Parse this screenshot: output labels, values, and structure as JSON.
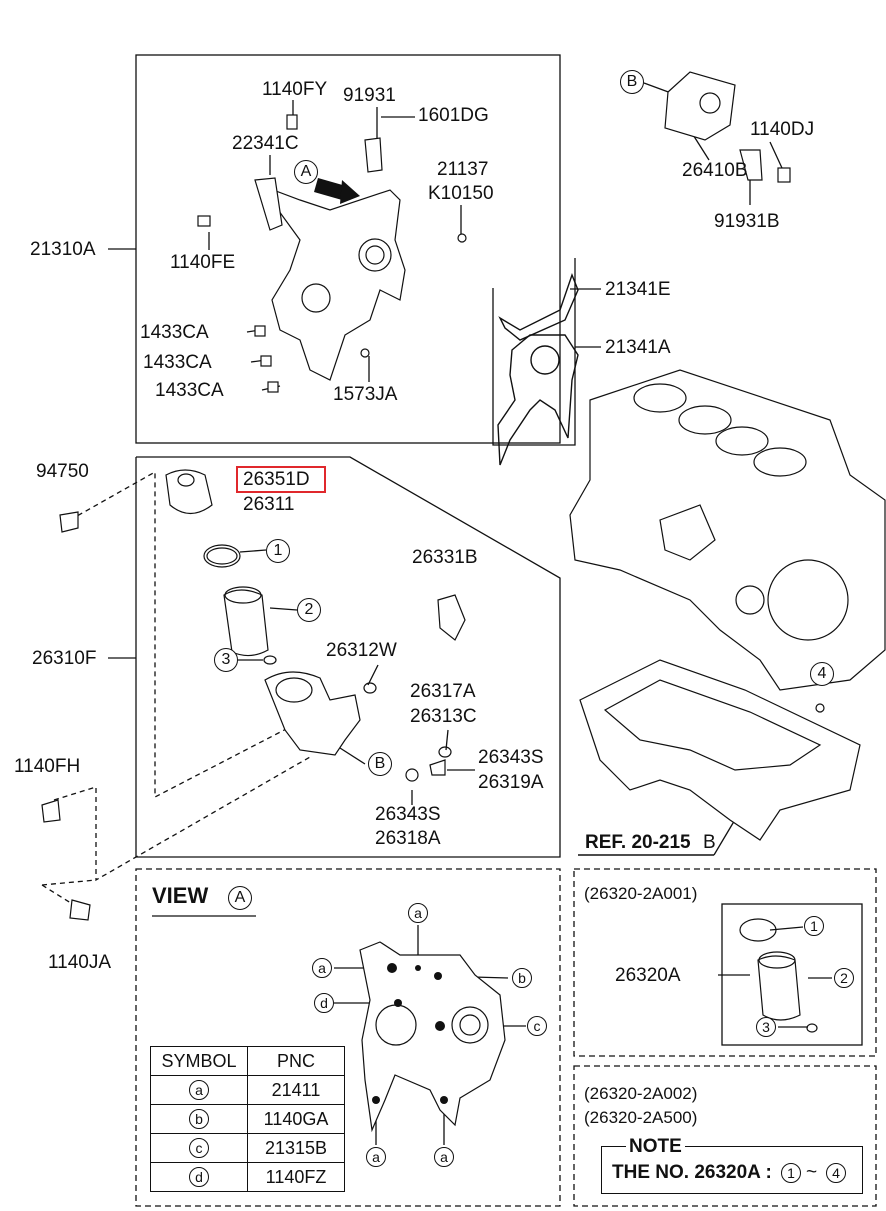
{
  "colors": {
    "ink": "#111111",
    "highlight": "#e0282c"
  },
  "labels": {
    "p1140FY": "1140FY",
    "p91931": "91931",
    "p1601DG": "1601DG",
    "p22341C": "22341C",
    "p21137": "21137",
    "pK10150": "K10150",
    "p21310A": "21310A",
    "p1140FE": "1140FE",
    "p1433CA_1": "1433CA",
    "p1433CA_2": "1433CA",
    "p1433CA_3": "1433CA",
    "p1573JA": "1573JA",
    "p21341E": "21341E",
    "p21341A": "21341A",
    "p1140DJ": "1140DJ",
    "p26410B": "26410B",
    "p91931B": "91931B",
    "p94750": "94750",
    "p26351D": "26351D",
    "p26311": "26311",
    "p26331B": "26331B",
    "p26310F": "26310F",
    "p26312W": "26312W",
    "p26317A": "26317A",
    "p26313C": "26313C",
    "p26343S_a": "26343S",
    "p26319A": "26319A",
    "p26343S_b": "26343S",
    "p26318A": "26318A",
    "p1140FH": "1140FH",
    "p1140JA": "1140JA",
    "ref": "REF. 20-215",
    "refB": "B",
    "view": "VIEW",
    "viewA": "A",
    "arrowA": "A",
    "kitTitle1": "(26320-2A001)",
    "p26320A": "26320A",
    "kitTitle2": "(26320-2A002)",
    "kitTitle3": "(26320-2A500)",
    "note": "NOTE",
    "noteText": "THE NO. 26320A :",
    "noteFrom": "1",
    "noteTilde": "~",
    "noteTo": "4",
    "markB1": "B",
    "markB2": "B",
    "n1a": "1",
    "n2a": "2",
    "n3a": "3",
    "n4": "4",
    "n1b": "1",
    "n2b": "2",
    "n3b": "3",
    "va1": "a",
    "va2": "a",
    "va3": "a",
    "va4": "a",
    "vb": "b",
    "vc": "c",
    "vd": "d"
  },
  "symbol_table": {
    "headers": [
      "SYMBOL",
      "PNC"
    ],
    "rows": [
      {
        "symbol": "a",
        "pnc": "21411"
      },
      {
        "symbol": "b",
        "pnc": "1140GA"
      },
      {
        "symbol": "c",
        "pnc": "21315B"
      },
      {
        "symbol": "d",
        "pnc": "1140FZ"
      }
    ]
  }
}
